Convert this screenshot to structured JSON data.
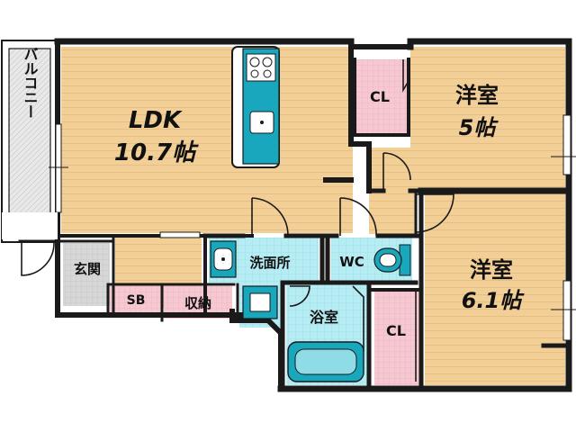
{
  "rooms": {
    "balcony": {
      "label": "バルコニー"
    },
    "ldk": {
      "label_line1": "LDK",
      "label_line2": "10.7帖"
    },
    "western1": {
      "label_line1": "洋室",
      "label_line2": "5帖"
    },
    "western2": {
      "label_line1": "洋室",
      "label_line2": "6.1帖"
    },
    "closet1": {
      "label": "CL"
    },
    "closet2": {
      "label": "CL"
    },
    "entrance": {
      "label": "玄関"
    },
    "shoe_box": {
      "label": "SB"
    },
    "storage": {
      "label": "収納"
    },
    "washroom": {
      "label": "洗面所"
    },
    "toilet": {
      "label": "WC"
    },
    "bathroom": {
      "label": "浴室"
    }
  },
  "colors": {
    "floor_wood": "#f3cf98",
    "floor_line": "#e8bf83",
    "closet": "#f6c9d2",
    "wet_area": "#b6ecf3",
    "entrance_floor": "#d7d7d7",
    "wall": "#1a1a1a",
    "fixture": "#19a7bd",
    "balcony": "#e9e9e9"
  }
}
